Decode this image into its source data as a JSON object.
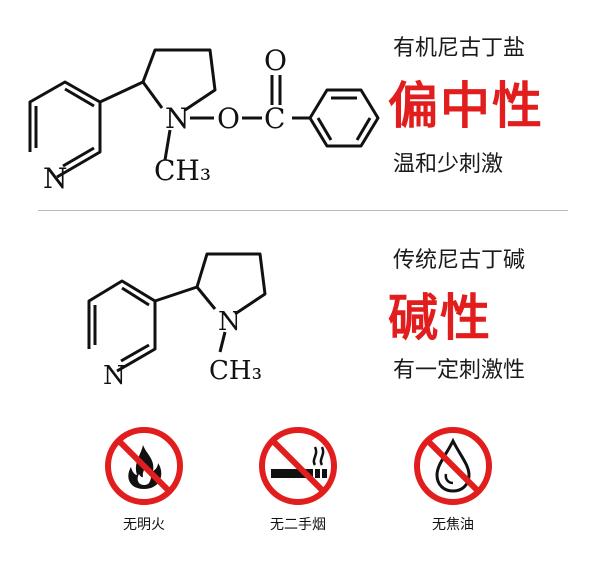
{
  "top": {
    "subtitle": "有机尼古丁盐",
    "headline": "偏中性",
    "note": "温和少刺激",
    "molecule": {
      "ring_n": "N",
      "amine_n": "N",
      "ester_o": "O",
      "carbonyl_o": "O",
      "carbon": "C",
      "methyl": "CH₃"
    }
  },
  "mid": {
    "subtitle": "传统尼古丁碱",
    "headline": "碱性",
    "note": "有一定刺激性",
    "molecule": {
      "ring_n": "N",
      "amine_n": "N",
      "methyl": "CH₃"
    }
  },
  "icons": [
    {
      "name": "no-open-flame",
      "label": "无明火",
      "color": "#e21d1d"
    },
    {
      "name": "no-secondhand-smoke",
      "label": "无二手烟",
      "color": "#e21d1d"
    },
    {
      "name": "no-tar",
      "label": "无焦油",
      "color": "#e21d1d"
    }
  ]
}
